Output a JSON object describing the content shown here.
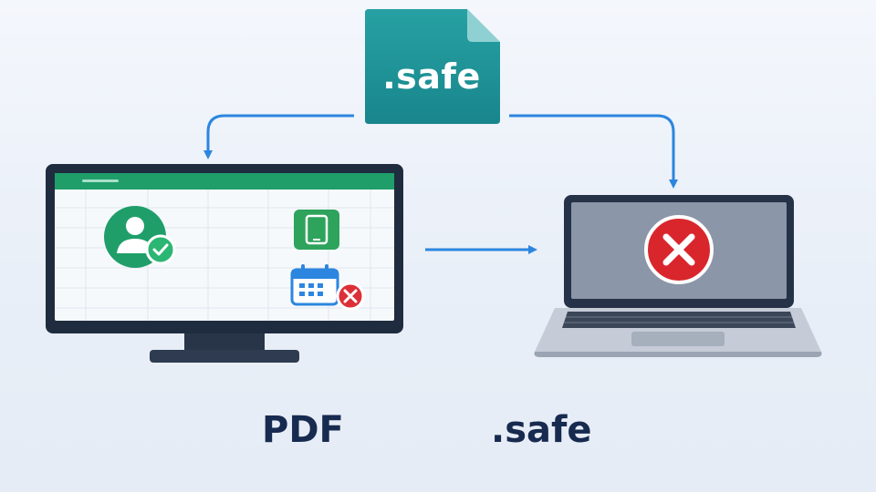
{
  "file": {
    "icon": "safe-document-icon",
    "extension_label": ".safe",
    "color": "#1f8e93",
    "fold_color": "#8fd1d2"
  },
  "connectors": {
    "color": "#2c86df",
    "arrows": [
      "file-to-monitor-arrow",
      "file-to-laptop-arrow",
      "monitor-to-laptop-arrow"
    ]
  },
  "monitor": {
    "icon": "desktop-monitor-icon",
    "screen_header_color": "#1f9e6a",
    "badges": [
      "user-check-icon",
      "tablet-icon",
      "calendar-error-icon"
    ]
  },
  "laptop": {
    "icon": "laptop-icon",
    "status": "error",
    "status_icon": "error-x-icon",
    "error_color": "#d9262c"
  },
  "labels": {
    "left": "PDF",
    "right": ".safe"
  }
}
